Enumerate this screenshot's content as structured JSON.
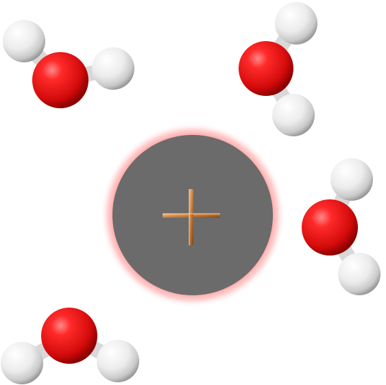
{
  "central_ion": {
    "charge_symbol": "+",
    "fill_color": "#6b6b6b",
    "glow_color": "#ff6b6b",
    "plus_color": "#c98a4b"
  },
  "atom_colors": {
    "oxygen": "#e31212",
    "hydrogen": "#f2f2f2"
  },
  "water_molecules": [
    {
      "name": "water-molecule-top-left",
      "atoms": [
        "H",
        "O",
        "H"
      ]
    },
    {
      "name": "water-molecule-top-right",
      "atoms": [
        "H",
        "O",
        "H"
      ]
    },
    {
      "name": "water-molecule-right",
      "atoms": [
        "H",
        "O",
        "H"
      ]
    },
    {
      "name": "water-molecule-bottom-left",
      "atoms": [
        "H",
        "O",
        "H"
      ]
    }
  ]
}
